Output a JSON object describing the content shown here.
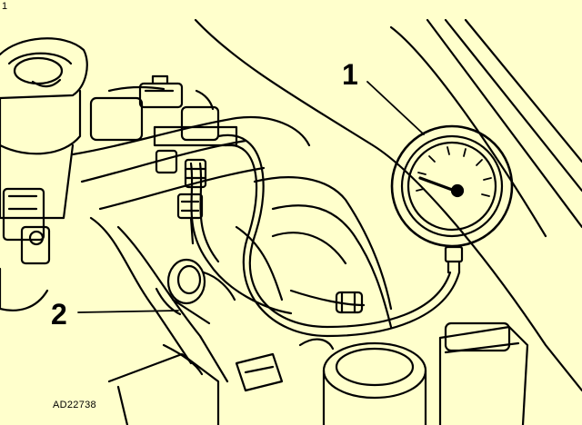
{
  "figure": {
    "corner_label": "1",
    "reference_code": "AD22738",
    "background_color": "#FFFFCC",
    "line_color": "#000000"
  },
  "callouts": [
    {
      "label": "1",
      "target": "pressure-gauge"
    },
    {
      "label": "2",
      "target": "fuel-pressure-regulator"
    }
  ]
}
